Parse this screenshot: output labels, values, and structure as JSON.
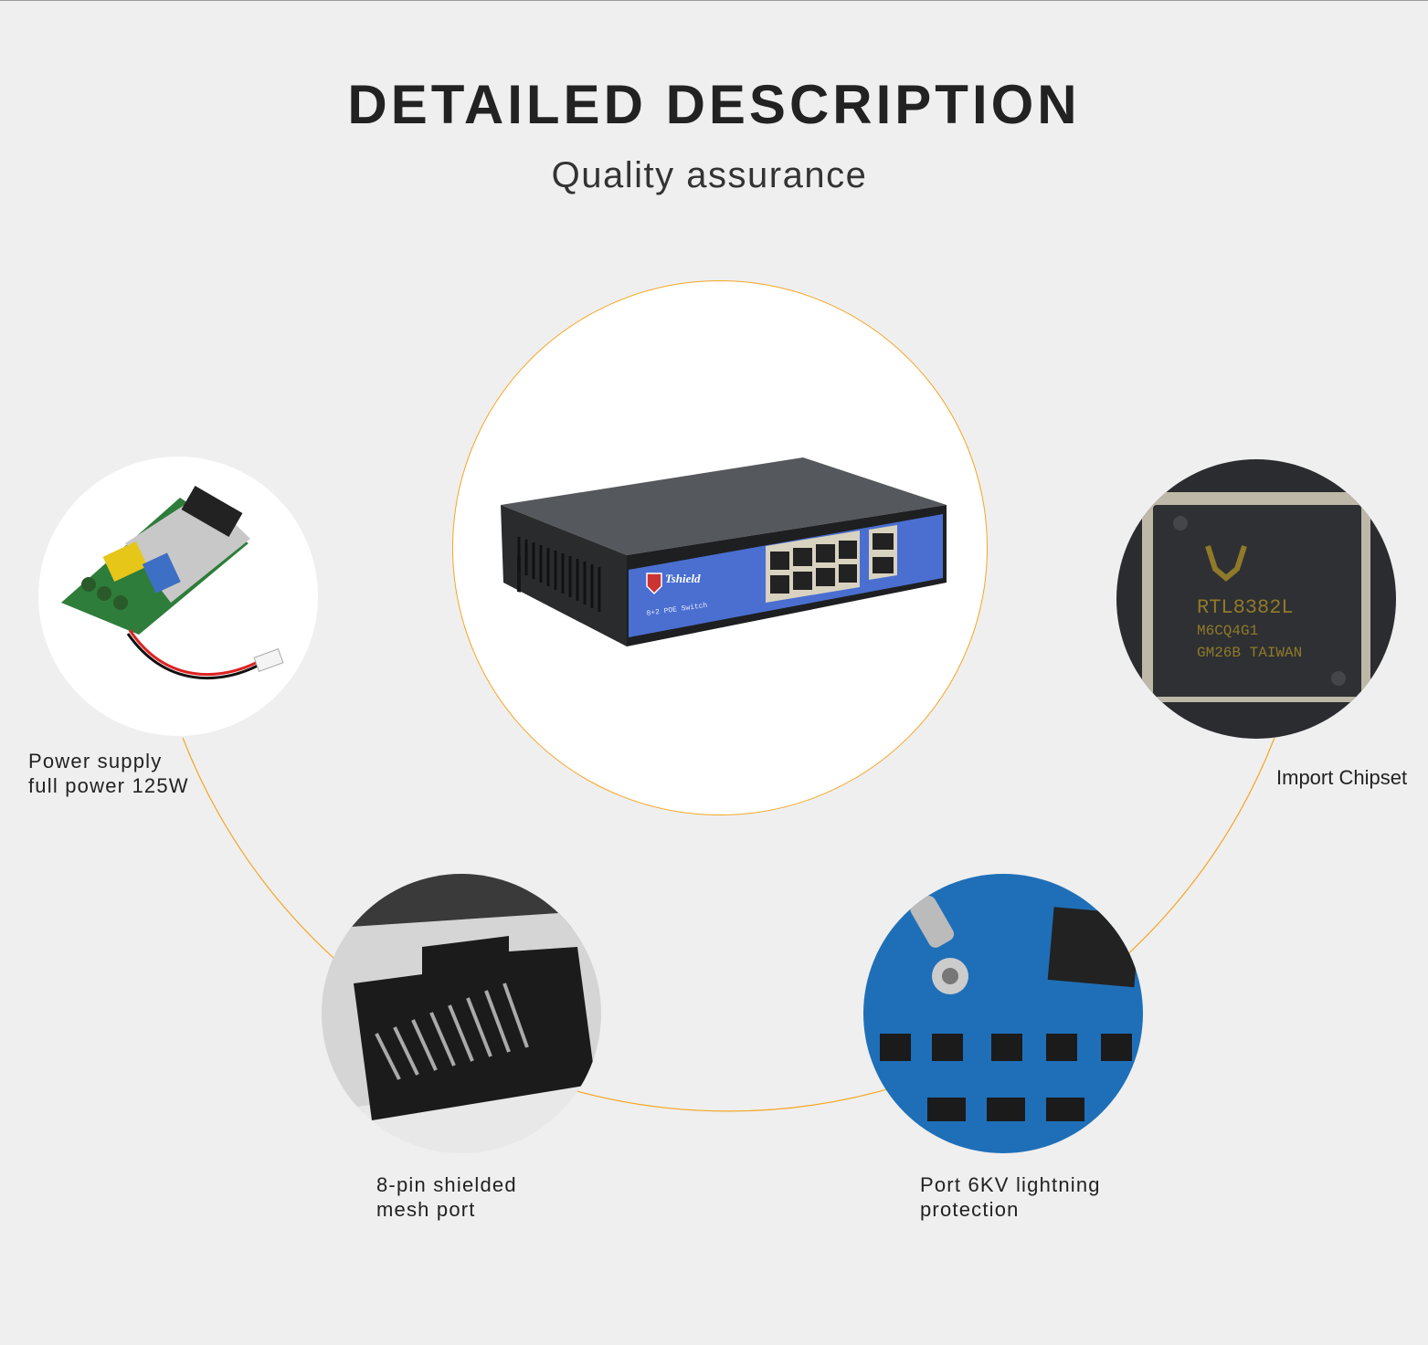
{
  "header": {
    "title": "DETAILED DESCRIPTION",
    "subtitle": "Quality assurance"
  },
  "product": {
    "brand": "Tshield",
    "model_label": "8+2 POE Switch"
  },
  "chip": {
    "line1": "RTL8382L",
    "line2": "M6CQ4G1",
    "line3": "GM26B TAIWAN"
  },
  "features": [
    {
      "line1": "Power supply",
      "line2": "full power 125W"
    },
    {
      "line1": "Import Chipset"
    },
    {
      "line1": "8-pin shielded",
      "line2": "mesh port"
    },
    {
      "line1": "Port 6KV lightning",
      "line2": "protection"
    }
  ],
  "colors": {
    "accent": "#f5a623",
    "background": "#efefef",
    "switch_blue": "#4a6fd0"
  }
}
